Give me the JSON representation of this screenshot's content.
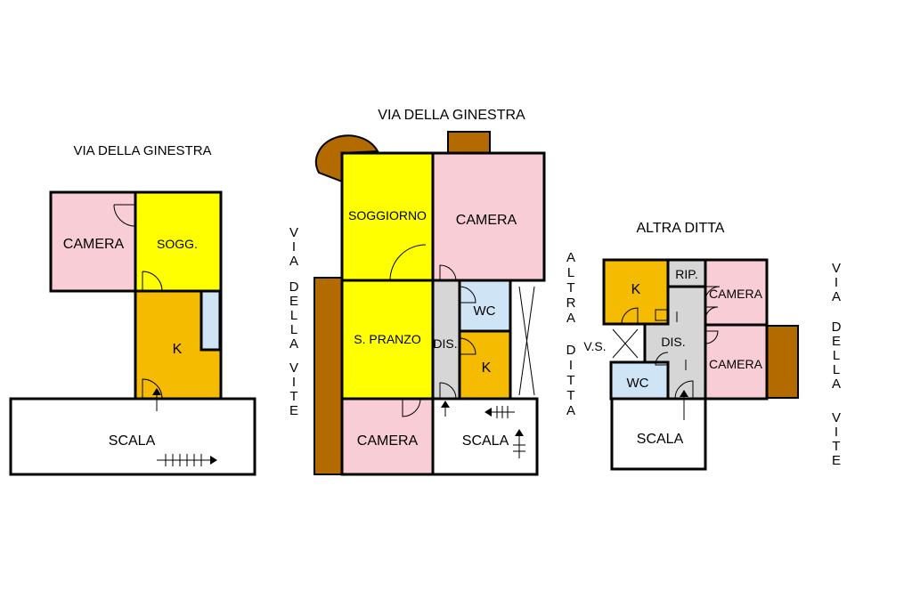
{
  "colors": {
    "camera": "#f9cdd6",
    "soggiorno": "#ffff00",
    "kitchen": "#f5bb00",
    "wc": "#cfe4f5",
    "dis": "#d6d6d6",
    "stairs": "#ffffff",
    "wall_brown": "#b36b00",
    "outline": "#000000"
  },
  "plan_left": {
    "street_top": "VIA DELLA GINESTRA",
    "camera": "CAMERA",
    "sogg": "SOGG.",
    "k": "K",
    "scala": "SCALA"
  },
  "plan_center": {
    "street_top": "VIA DELLA GINESTRA",
    "street_left_letters": [
      "V",
      "I",
      "A",
      "D",
      "E",
      "L",
      "L",
      "A",
      "V",
      "I",
      "T",
      "E"
    ],
    "soggiorno": "SOGGIORNO",
    "camera_top": "CAMERA",
    "s_pranzo": "S. PRANZO",
    "wc": "WC",
    "dis": "DIS.",
    "k": "K",
    "camera_bottom": "CAMERA",
    "scala": "SCALA",
    "street_right_letters": [
      "A",
      "L",
      "T",
      "R",
      "A",
      "D",
      "I",
      "T",
      "T",
      "A"
    ]
  },
  "plan_right": {
    "street_top": "ALTRA DITTA",
    "k": "K",
    "rip": "RIP.",
    "camera_top": "CAMERA",
    "vs": "V.S.",
    "dis": "DIS.",
    "camera_bottom": "CAMERA",
    "wc": "WC",
    "scala": "SCALA",
    "street_right_letters": [
      "V",
      "I",
      "A",
      "D",
      "E",
      "L",
      "L",
      "A",
      "V",
      "I",
      "T",
      "E"
    ]
  }
}
